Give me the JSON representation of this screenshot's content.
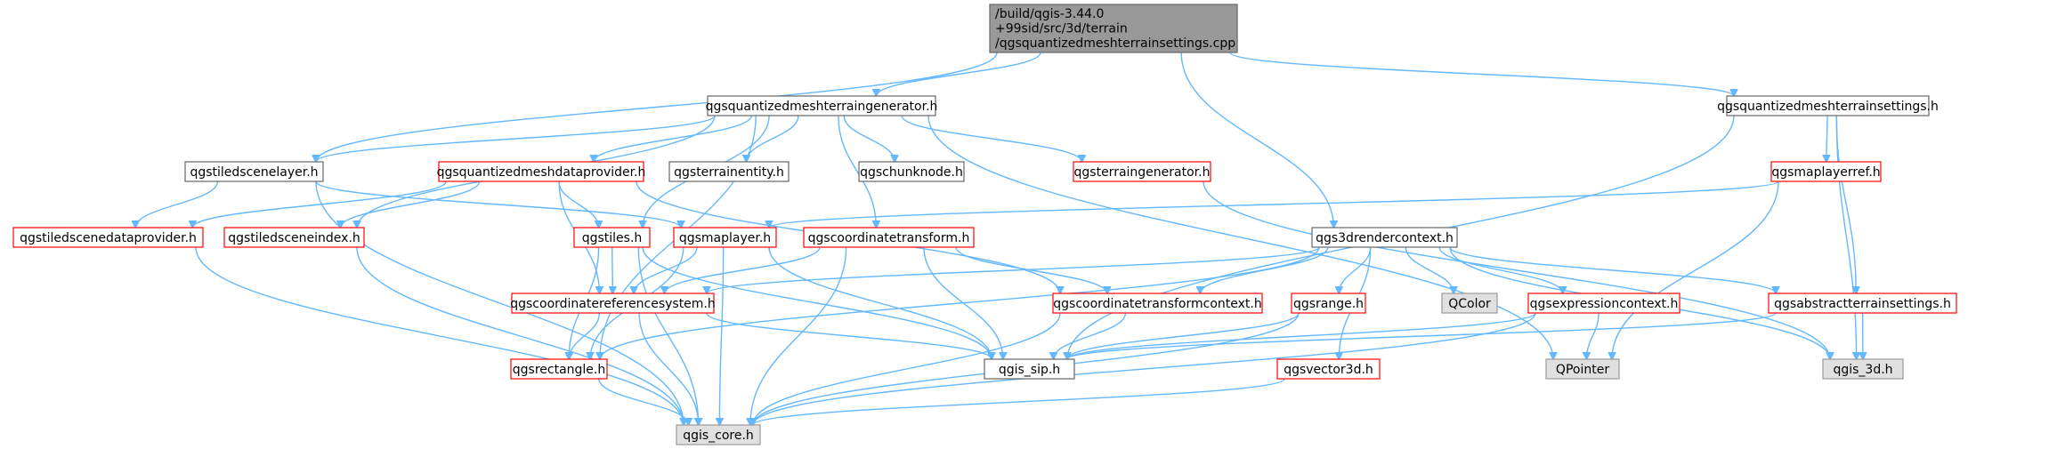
{
  "colors": {
    "edge": "#63b8ff",
    "node_border_default": "#666666",
    "node_border_incomplete": "#ff0000",
    "node_fill_default": "#ffffff",
    "node_fill_external": "#e0e0e0",
    "node_border_external": "#999999",
    "root_fill": "#999999",
    "root_border": "#666666"
  },
  "nodes": [
    {
      "id": "root",
      "lines": [
        "/build/qgis-3.44.0",
        "+99sid/src/3d/terrain",
        "/qgsquantizedmeshterrainsettings.cpp"
      ],
      "style": "root"
    },
    {
      "id": "gen",
      "lines": [
        "qgsquantizedmeshterraingenerator.h"
      ],
      "style": "default"
    },
    {
      "id": "settings",
      "lines": [
        "qgsquantizedmeshterrainsettings.h"
      ],
      "style": "default"
    },
    {
      "id": "tiledlayer",
      "lines": [
        "qgstiledscenelayer.h"
      ],
      "style": "default"
    },
    {
      "id": "qmdp",
      "lines": [
        "qgsquantizedmeshdataprovider.h"
      ],
      "style": "incomplete"
    },
    {
      "id": "terrainentity",
      "lines": [
        "qgsterrainentity.h"
      ],
      "style": "default"
    },
    {
      "id": "chunknode",
      "lines": [
        "qgschunknode.h"
      ],
      "style": "default"
    },
    {
      "id": "terraingen",
      "lines": [
        "qgsterraingenerator.h"
      ],
      "style": "incomplete"
    },
    {
      "id": "maplayerref",
      "lines": [
        "qgsmaplayerref.h"
      ],
      "style": "incomplete"
    },
    {
      "id": "tileddp",
      "lines": [
        "qgstiledscenedataprovider.h"
      ],
      "style": "incomplete"
    },
    {
      "id": "tiledindex",
      "lines": [
        "qgstiledsceneindex.h"
      ],
      "style": "incomplete"
    },
    {
      "id": "tiles",
      "lines": [
        "qgstiles.h"
      ],
      "style": "incomplete"
    },
    {
      "id": "maplayer",
      "lines": [
        "qgsmaplayer.h"
      ],
      "style": "incomplete"
    },
    {
      "id": "ct",
      "lines": [
        "qgscoordinatetransform.h"
      ],
      "style": "incomplete"
    },
    {
      "id": "rc3d",
      "lines": [
        "qgs3drendercontext.h"
      ],
      "style": "default"
    },
    {
      "id": "crs",
      "lines": [
        "qgscoordinatereferencesystem.h"
      ],
      "style": "incomplete"
    },
    {
      "id": "ctc",
      "lines": [
        "qgscoordinatetransformcontext.h"
      ],
      "style": "incomplete"
    },
    {
      "id": "range",
      "lines": [
        "qgsrange.h"
      ],
      "style": "incomplete"
    },
    {
      "id": "qcolor",
      "lines": [
        "QColor"
      ],
      "style": "external"
    },
    {
      "id": "exprctx",
      "lines": [
        "qgsexpressioncontext.h"
      ],
      "style": "incomplete"
    },
    {
      "id": "abssettings",
      "lines": [
        "qgsabstractterrainsettings.h"
      ],
      "style": "incomplete"
    },
    {
      "id": "rect",
      "lines": [
        "qgsrectangle.h"
      ],
      "style": "incomplete"
    },
    {
      "id": "sip",
      "lines": [
        "qgis_sip.h"
      ],
      "style": "default"
    },
    {
      "id": "vec3d",
      "lines": [
        "qgsvector3d.h"
      ],
      "style": "incomplete"
    },
    {
      "id": "qpointer",
      "lines": [
        "QPointer"
      ],
      "style": "external"
    },
    {
      "id": "qgis3d",
      "lines": [
        "qgis_3d.h"
      ],
      "style": "external"
    },
    {
      "id": "core",
      "lines": [
        "qgis_core.h"
      ],
      "style": "external"
    }
  ]
}
